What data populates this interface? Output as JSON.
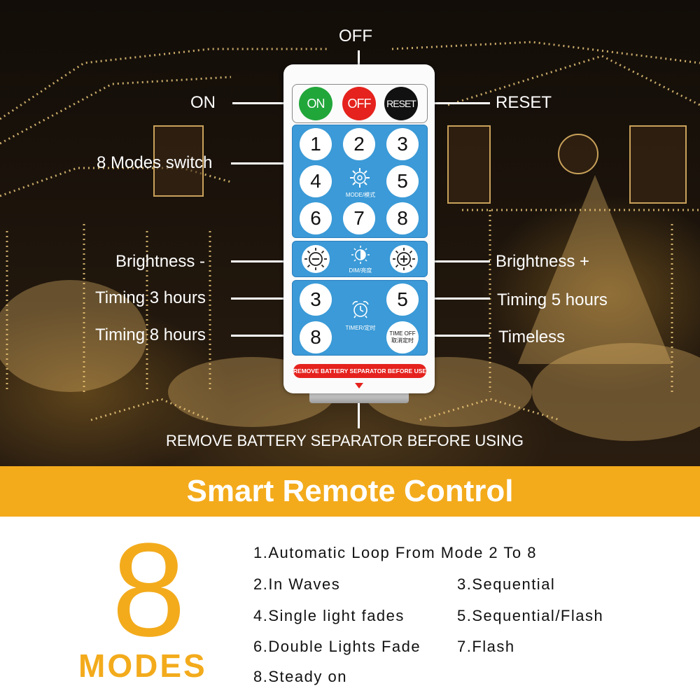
{
  "callouts": {
    "off": "OFF",
    "on": "ON",
    "reset": "RESET",
    "modes_switch": "8 Modes switch",
    "brightness_minus": "Brightness -",
    "brightness_plus": "Brightness +",
    "timing_3": "Timing 3 hours",
    "timing_5": "Timing 5 hours",
    "timing_8": "Timing 8 hours",
    "timeless": "Timeless",
    "remove_battery": "REMOVE BATTERY SEPARATOR BEFORE USING"
  },
  "remote": {
    "on_label": "ON",
    "off_label": "OFF",
    "reset_label": "RESET",
    "mode_buttons": [
      "1",
      "2",
      "3",
      "4",
      "5",
      "6",
      "7",
      "8"
    ],
    "mode_label": "MODE/模式",
    "dim_label": "DIM/亮度",
    "timer_buttons": [
      "3",
      "5",
      "8"
    ],
    "timer_label": "TIMER/定时",
    "time_off_line1": "TIME OFF",
    "time_off_line2": "取消定时",
    "strip_text": "REMOVE BATTERY SEPARATOR BEFORE USE",
    "colors": {
      "on": "#21a63a",
      "off": "#e5221d",
      "reset": "#111111",
      "panel": "#3b9ad7"
    }
  },
  "banner": {
    "title": "Smart Remote Control",
    "color": "#f3ab1c"
  },
  "modes": {
    "count": "8",
    "word": "MODES",
    "items": [
      "1.Automatic Loop From Mode 2 To 8",
      "2.In Waves",
      "3.Sequential",
      "4.Single light fades",
      "5.Sequential/Flash",
      "6.Double Lights Fade",
      "7.Flash",
      "8.Steady on"
    ]
  }
}
